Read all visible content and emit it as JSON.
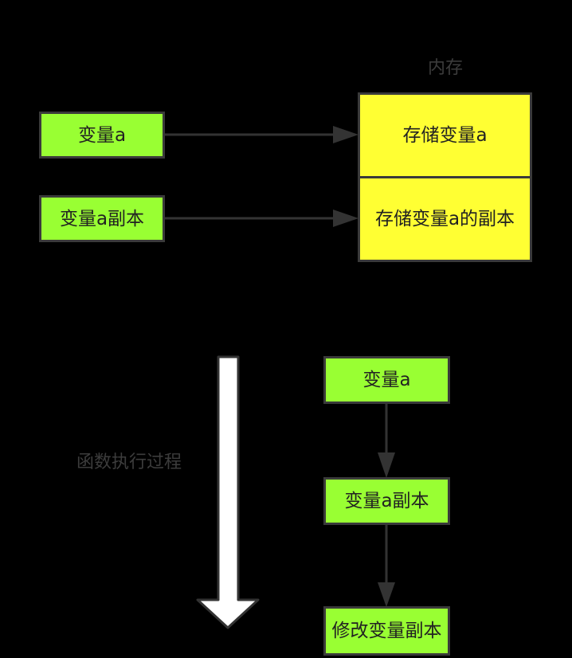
{
  "memory": {
    "title": "内存",
    "slot_a": "存储变量a",
    "slot_copy": "存储变量a的副本"
  },
  "variables": {
    "var_a": "变量a",
    "var_a_copy": "变量a副本"
  },
  "flow": {
    "caption": "函数执行过程",
    "step1": "变量a",
    "step2": "变量a副本",
    "step3": "修改变量副本"
  },
  "colors": {
    "green_box": "#99ff33",
    "yellow_box": "#ffff33",
    "connector": "#333333",
    "big_arrow": "#ffffff"
  }
}
